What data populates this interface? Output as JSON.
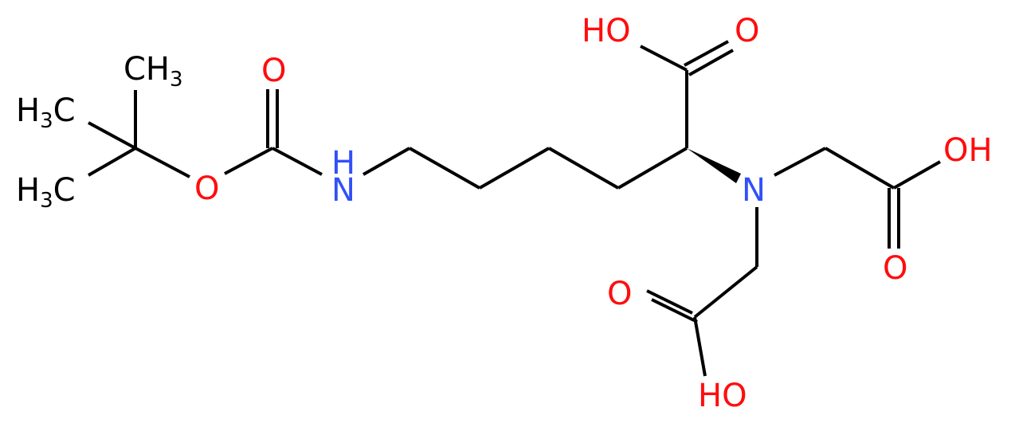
{
  "colors": {
    "bond": "#000000",
    "carbon": "#000000",
    "oxygen": "#ff0d0d",
    "nitrogen": "#3050f8",
    "background": "#ffffff"
  },
  "labels": {
    "ch3_top": {
      "main": "CH",
      "sub": "3"
    },
    "h3c_upper": {
      "pre": "H",
      "sub": "3",
      "post": "C"
    },
    "h3c_lower": {
      "pre": "H",
      "sub": "3",
      "post": "C"
    },
    "o_carbonyl_boc": "O",
    "o_ester_boc": "O",
    "nh_amide": "H",
    "n_amide": "N",
    "oh_alpha_acid": "HO",
    "o_alpha_acid": "O",
    "n_tertiary": "N",
    "oh_right_acid": "OH",
    "o_right_acid": "O",
    "o_lower_acid": "O",
    "oh_lower_acid": "HO"
  }
}
